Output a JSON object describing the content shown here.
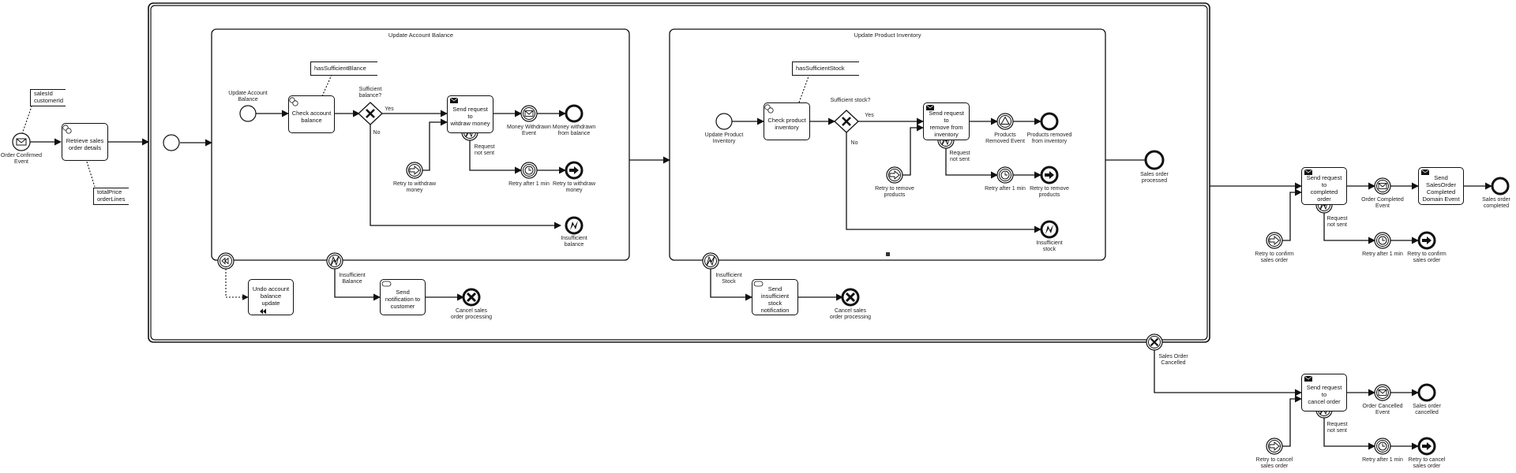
{
  "diagram": {
    "annotations": {
      "sales_fields": "salesId\ncustomerId",
      "price_fields": "totalPrice\norderLines",
      "balance_var": "hasSufficientBlance",
      "stock_var": "hasSufficientStock"
    },
    "events": {
      "order_confirmed": "Order Confirmed\nEvent",
      "update_balance_start": "Update Account\nBalance",
      "update_inventory_start": "Update Product\nInventory",
      "money_withdrawn_event": "Money Withdrawn\nEvent",
      "money_withdrawn_end": "Money withdrawn\nfrom balance",
      "retry_withdraw": "Retry to withdraw\nmoney",
      "retry_after_1": "Retry after 1 min",
      "retry_withdraw_end": "Retry to withdraw\nmoney",
      "insufficient_balance": "Insufficient\nbalance",
      "products_removed_event": "Products\nRemoved Event",
      "products_removed_end": "Products removed\nfrom inventory",
      "retry_remove": "Retry to remove\nproducts",
      "retry_after_2": "Retry after 1 min",
      "retry_remove_end": "Retry to remove\nproducts",
      "insufficient_stock": "Insufficient\nstock",
      "sales_processed": "Sales order\nprocessed",
      "insufficient_balance_boundary": "Insufficient\nBalance",
      "insufficient_stock_boundary": "Insufficient\nStock",
      "cancel_processing_1": "Cancel sales\norder processing",
      "cancel_processing_2": "Cancel sales\norder processing",
      "sales_cancelled_boundary": "Sales Order\nCancelled",
      "retry_confirm": "Retry to confirm\nsales order",
      "order_completed_event": "Order Completed\nEvent",
      "sales_completed": "Sales order\ncompleted",
      "retry_after_3": "Retry after 1 min",
      "retry_confirm_end": "Retry to confirm\nsales order",
      "retry_cancel": "Retry to cancel\nsales order",
      "order_cancelled_event": "Order Cancelled\nEvent",
      "sales_cancelled_end": "Sales order\ncancelled",
      "retry_after_4": "Retry after 1 min",
      "retry_cancel_end": "Retry to cancel\nsales order"
    },
    "tasks": {
      "retrieve": "Retrieve sales\norder details",
      "check_balance": "Check account\nbalance",
      "withdraw": "Send request to\nwitdraw money",
      "check_inventory": "Check product\ninventory",
      "remove": "Send request to\nremove from\ninventory",
      "undo": "Undo account\nbalance update",
      "notify_customer": "Send\nnotification to\ncustomer",
      "notify_stock": "Send\ninsufficient stock\nnotification",
      "complete_order": "Send request to\ncompleted order",
      "domain_event": "Send\nSalesOrder\nCompleted\nDomain Event",
      "cancel_order": "Send request to\ncancel order"
    },
    "gateways": {
      "balance_q": "Sufficient\nbalance?",
      "stock_q": "Sufficient stock?",
      "yes": "Yes",
      "no": "No"
    },
    "flow_labels": {
      "req_not_sent": "Request\nnot sent"
    },
    "subprocesses": {
      "balance": "Update Account Balance",
      "inventory": "Update Product Inventory"
    }
  }
}
